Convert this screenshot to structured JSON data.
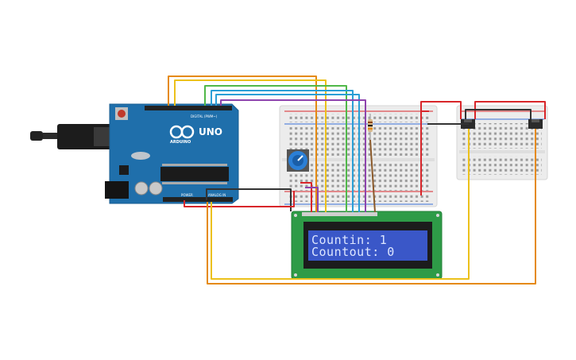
{
  "lcd": {
    "line1": "Countin: 1",
    "line2": "Countout: 0"
  },
  "arduino": {
    "model": "UNO",
    "brand": "ARDUINO",
    "digital_label": "DIGITAL (PWM~)",
    "power_label": "POWER",
    "analog_label": "ANALOG IN"
  },
  "colors": {
    "board": "#1f6fab",
    "lcd_pcb": "#2e9b47",
    "lcd_screen": "#3a57c8",
    "wire_red": "#d8262a",
    "wire_black": "#333333",
    "wire_orange": "#e58a12",
    "wire_yellow": "#ecc11b",
    "wire_green": "#50b849",
    "wire_blue": "#2a9fd6",
    "wire_purple": "#8e44ad",
    "breadboard": "#eeeeee"
  },
  "icons": [
    "usb-plug-icon",
    "potentiometer-icon",
    "resistor-icon",
    "ir-sensor-icon"
  ]
}
